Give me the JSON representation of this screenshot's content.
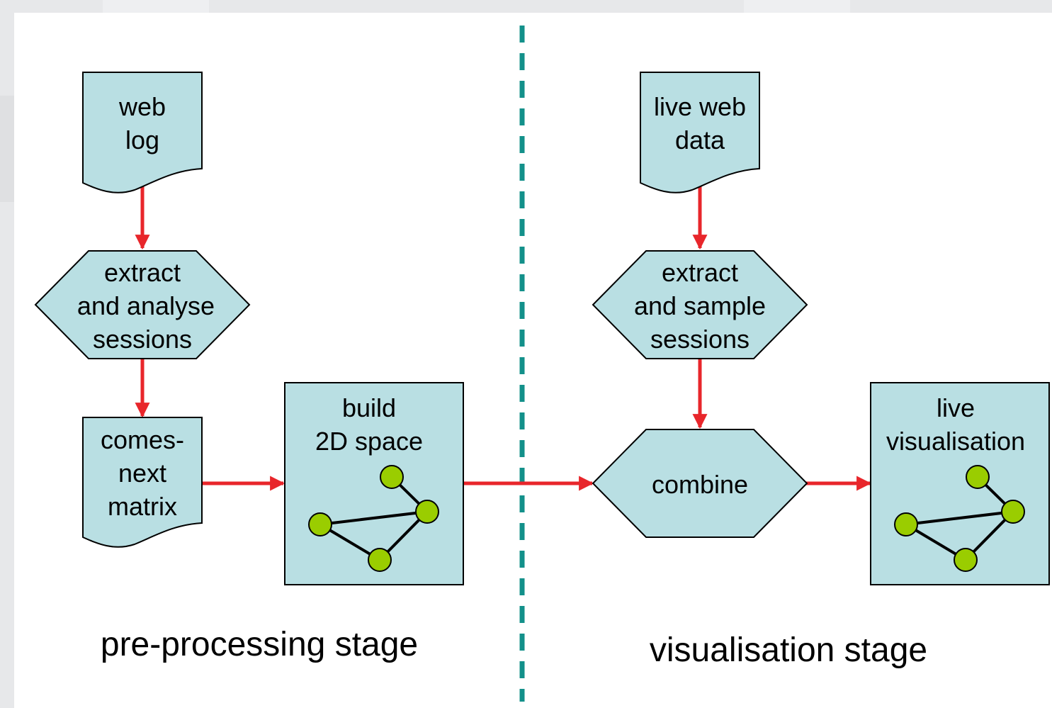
{
  "colors": {
    "node_fill": "#b9dfe3",
    "node_stroke": "#000000",
    "arrow": "#e8262b",
    "divider": "#13908a",
    "graph_node": "#9acd00",
    "background": "#ffffff"
  },
  "nodes": {
    "web_log": {
      "lines": [
        "web",
        "log"
      ]
    },
    "extract_analyse": {
      "lines": [
        "extract",
        "and analyse",
        "sessions"
      ]
    },
    "comes_next": {
      "lines": [
        "comes-",
        "next",
        "matrix"
      ]
    },
    "build_2d": {
      "lines": [
        "build",
        "2D space"
      ]
    },
    "live_web": {
      "lines": [
        "live web",
        "data"
      ]
    },
    "extract_sample": {
      "lines": [
        "extract",
        "and sample",
        "sessions"
      ]
    },
    "combine": {
      "lines": [
        "combine"
      ]
    },
    "live_vis": {
      "lines": [
        "live",
        "visualisation"
      ]
    }
  },
  "stages": {
    "left": "pre-processing stage",
    "right": "visualisation stage"
  }
}
